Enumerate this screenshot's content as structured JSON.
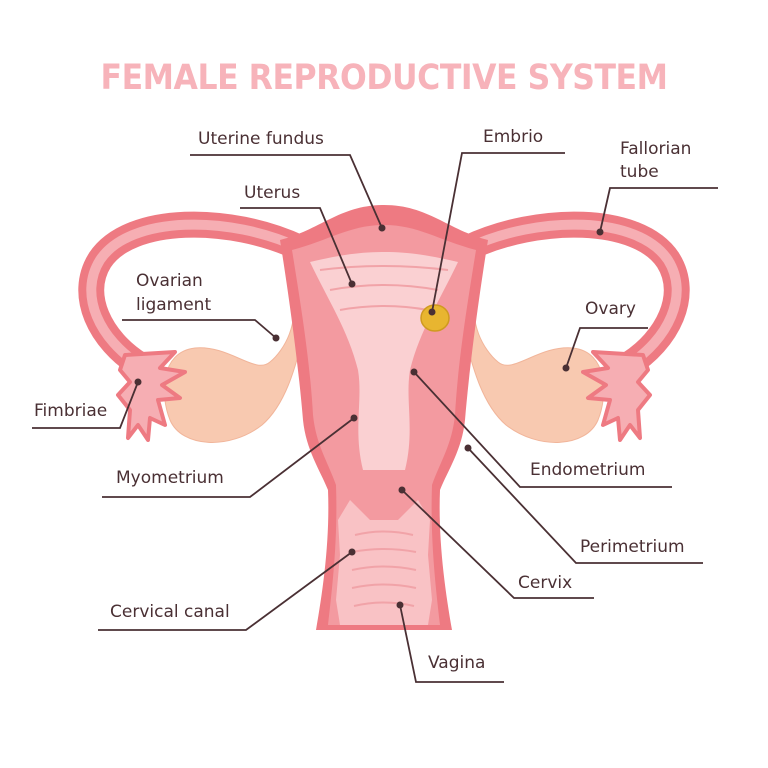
{
  "title": "FEMALE REPRODUCTIVE SYSTEM",
  "colors": {
    "title": "#f7b3ba",
    "outer_tissue": "#ee7a82",
    "inner_tissue": "#f6aeb3",
    "lining": "#fad0d2",
    "ovary": "#f8c9b0",
    "embryo": "#e8b530",
    "leader_line": "#4a3034",
    "label_text": "#4a3034"
  },
  "labels": {
    "uterine_fundus": "Uterine fundus",
    "embrio": "Embrio",
    "fallorian_tube_1": "Fallorian",
    "fallorian_tube_2": "tube",
    "uterus": "Uterus",
    "ovarian_ligament_1": "Ovarian",
    "ovarian_ligament_2": "ligament",
    "ovary": "Ovary",
    "fimbriae": "Fimbriae",
    "endometrium": "Endometrium",
    "myometrium": "Myometrium",
    "perimetrium": "Perimetrium",
    "cervix": "Cervix",
    "cervical_canal": "Cervical canal",
    "vagina": "Vagina"
  }
}
